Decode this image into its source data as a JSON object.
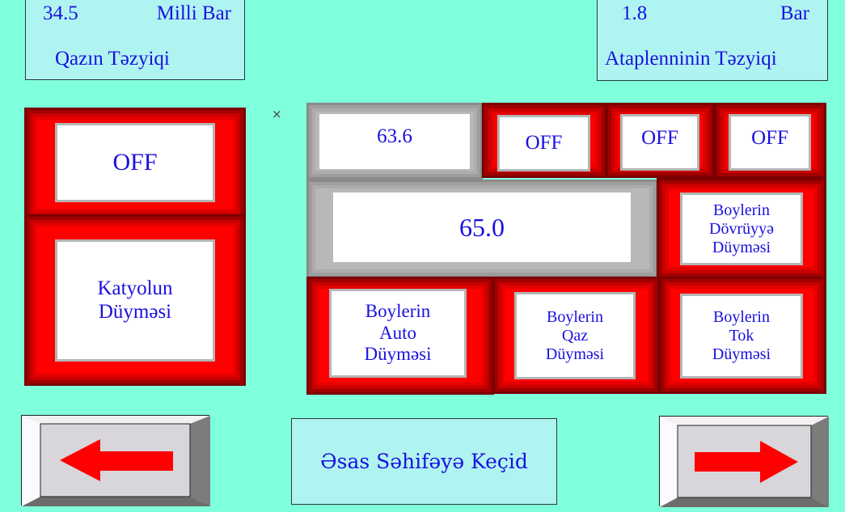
{
  "gas_pressure": {
    "value": "34.5",
    "unit": "Milli Bar",
    "label": "Qazın Təzyiqi"
  },
  "heating_pressure": {
    "value": "1.8",
    "unit": "Bar",
    "label": "Ataplenninin Təzyiqi"
  },
  "left_panel": {
    "status": "OFF",
    "button_label": "Katyolun\nDüyməsi"
  },
  "close_glyph": "×",
  "center_panel": {
    "temp_actual": "63.6",
    "status_1": "OFF",
    "status_2": "OFF",
    "status_3": "OFF",
    "temp_setpoint": "65.0",
    "circulation_button": "Boylerin\nDövrüyyə\nDüyməsi",
    "auto_button": "Boylerin\nAuto\nDüyməsi",
    "gas_button": "Boylerin\nQaz\nDüyməsi",
    "electric_button": "Boylerin\nTok\nDüyməsi"
  },
  "navigation": {
    "home_label": "Əsas Səhifəyə Keçid",
    "back_icon": "arrow-left",
    "forward_icon": "arrow-right"
  },
  "colors": {
    "background": "#80ffdc",
    "panel": "#b0f4f2",
    "text": "#1a10e0",
    "frame_red": "#ff0000",
    "arrow": "#ff0000"
  }
}
